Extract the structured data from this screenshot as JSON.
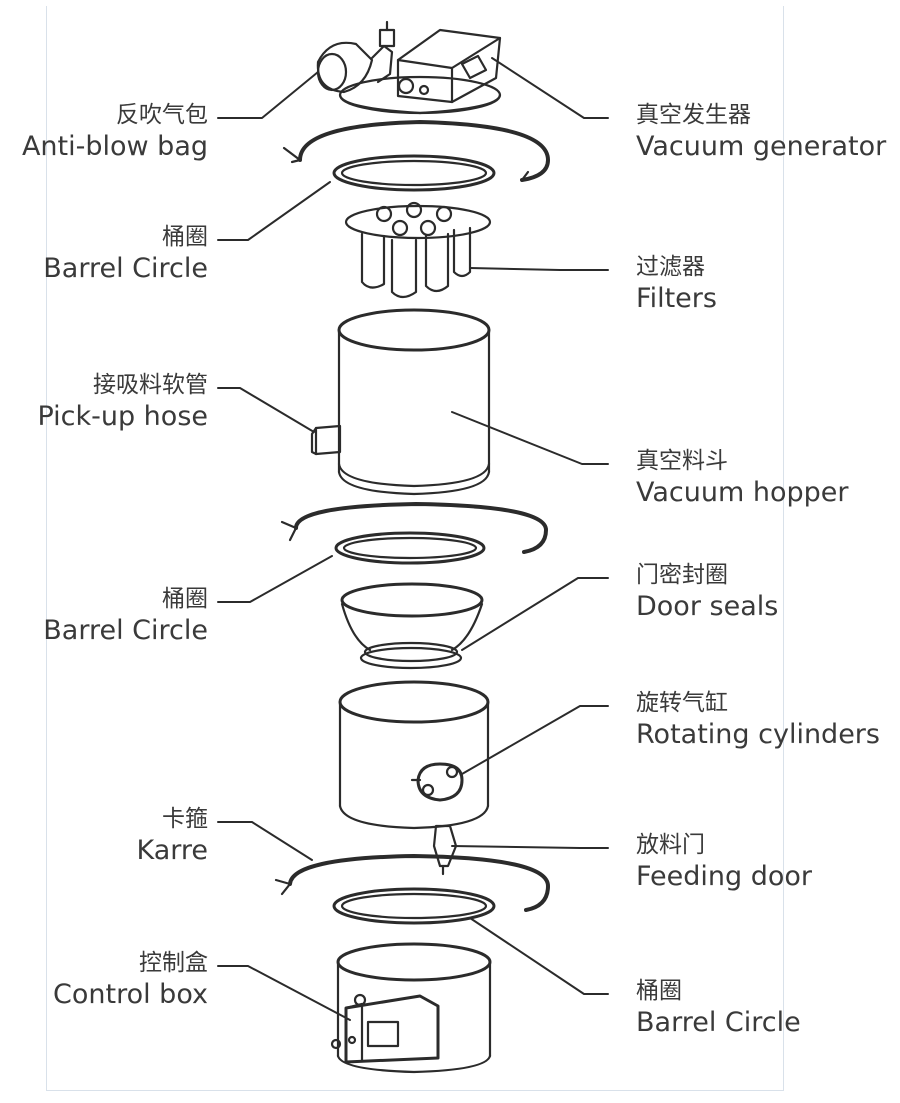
{
  "labels_left": [
    {
      "key": "anti_blow_bag",
      "zh": "反吹气包",
      "en": "Anti-blow bag"
    },
    {
      "key": "barrel_circle_top",
      "zh": "桶圈",
      "en": "Barrel Circle"
    },
    {
      "key": "pickup_hose",
      "zh": "接吸料软管",
      "en": "Pick-up hose"
    },
    {
      "key": "barrel_circle_mid",
      "zh": "桶圈",
      "en": "Barrel Circle"
    },
    {
      "key": "karre",
      "zh": "卡箍",
      "en": "Karre"
    },
    {
      "key": "control_box",
      "zh": "控制盒",
      "en": "Control box"
    }
  ],
  "labels_right": [
    {
      "key": "vacuum_generator",
      "zh": "真空发生器",
      "en": "Vacuum generator"
    },
    {
      "key": "filters",
      "zh": "过滤器",
      "en": "Filters"
    },
    {
      "key": "vacuum_hopper",
      "zh": "真空料斗",
      "en": "Vacuum hopper"
    },
    {
      "key": "door_seals",
      "zh": "门密封圈",
      "en": "Door seals"
    },
    {
      "key": "rotating_cylinders",
      "zh": "旋转气缸",
      "en": "Rotating cylinders"
    },
    {
      "key": "feeding_door",
      "zh": "放料门",
      "en": "Feeding door"
    },
    {
      "key": "barrel_circle_bottom",
      "zh": "桶圈",
      "en": "Barrel Circle"
    }
  ],
  "colors": {
    "line": "#2b2b2b",
    "text": "#3a3a3a",
    "frame": "#d9e1ea"
  }
}
